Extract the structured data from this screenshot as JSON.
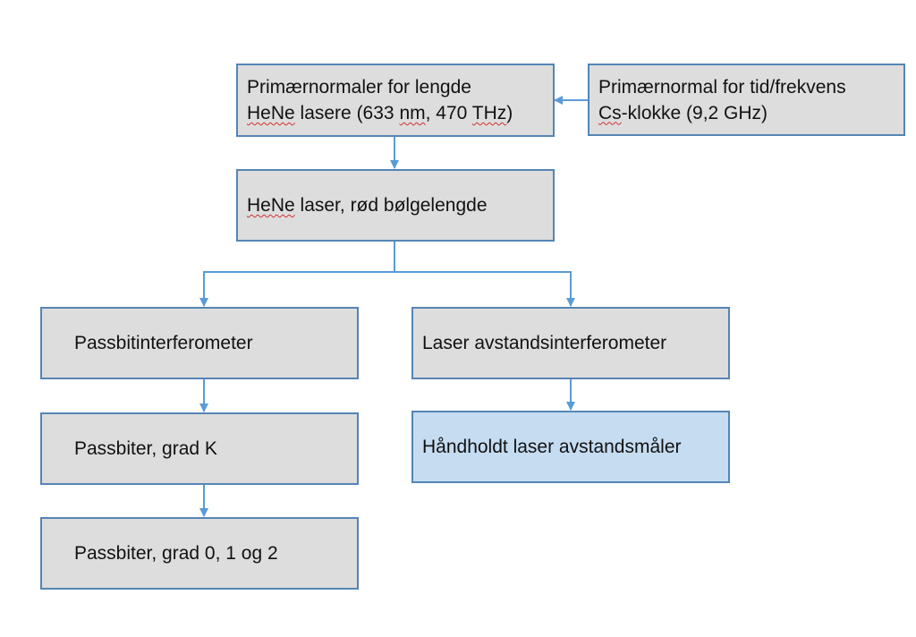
{
  "diagram": {
    "nodes": {
      "primary_length": {
        "line1": "Primærnormaler for lengde",
        "line2_a": "HeNe",
        "line2_b": " lasere (633 ",
        "line2_c": "nm",
        "line2_d": ", 470 ",
        "line2_e": "THz",
        "line2_f": ")"
      },
      "primary_time": {
        "line1": "Primærnormal for tid/frekvens",
        "line2_a": "Cs",
        "line2_b": "-klokke (9,2 GHz)"
      },
      "hene_red": {
        "text_a": "HeNe",
        "text_b": " laser, rød bølgelengde"
      },
      "gauge_block_interferometer": {
        "text": "Passbitinterferometer"
      },
      "laser_distance_interferometer": {
        "text": "Laser avstandsinterferometer"
      },
      "gauge_blocks_k": {
        "text": "Passbiter, grad K"
      },
      "handheld_distance_meter": {
        "text": "Håndholdt laser avstandsmåler"
      },
      "gauge_blocks_012": {
        "text": "Passbiter, grad 0, 1 og 2"
      }
    },
    "colors": {
      "box_fill": "#dddddd",
      "highlight_fill": "#c5dcf1",
      "border": "#5585b5",
      "arrow": "#5b9bd5"
    }
  }
}
